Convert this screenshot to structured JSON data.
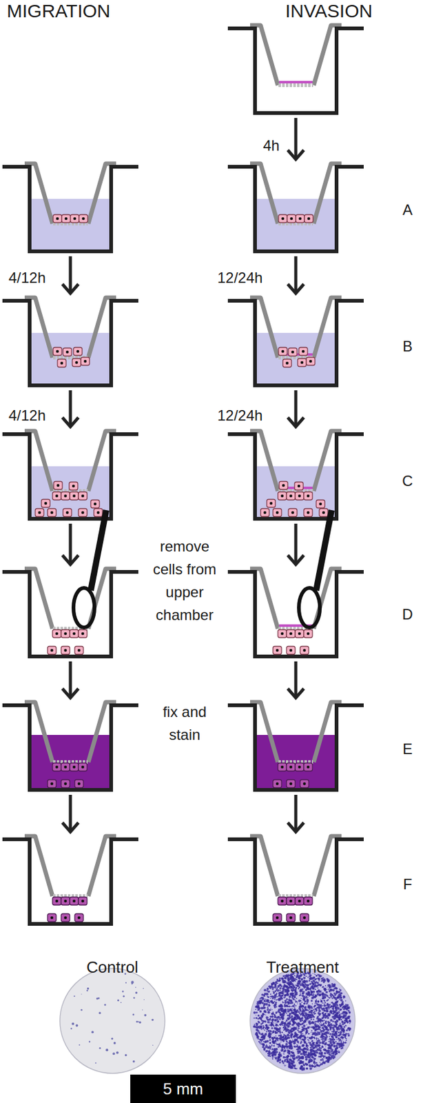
{
  "diagram": {
    "nodes": [
      {
        "text": [
          "5 mm"
        ]
      }
    ],
    "labels": [
      "MIGRATION",
      "INVASION",
      "4h",
      "A",
      "4/12h",
      "12/24h",
      "B",
      "4/12h",
      "12/24h",
      "C",
      "remove cells from upper chamber",
      "D",
      "fix and stain",
      "E",
      "F",
      "Control",
      "Treatment"
    ]
  }
}
